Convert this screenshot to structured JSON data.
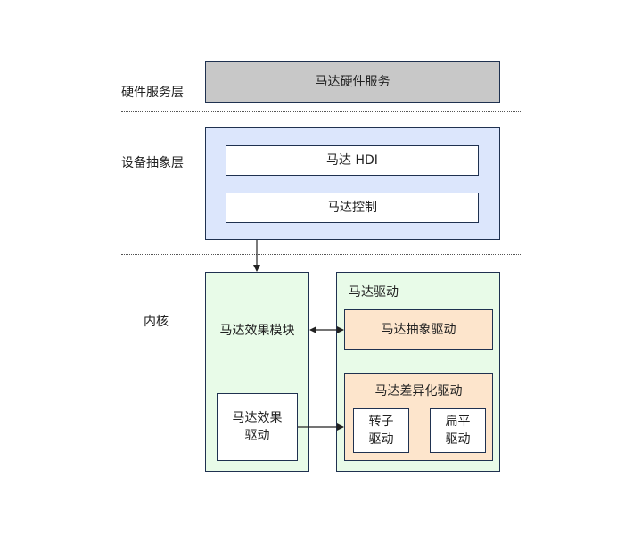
{
  "layers": {
    "hardware_service": "硬件服务层",
    "device_abstraction": "设备抽象层",
    "kernel": "内核"
  },
  "boxes": {
    "motor_hardware_service": "马达硬件服务",
    "motor_hdi": "马达 HDI",
    "motor_control": "马达控制",
    "motor_effect_module": "马达效果模块",
    "motor_driver": "马达驱动",
    "motor_abstract_driver": "马达抽象驱动",
    "motor_diff_driver": "马达差异化驱动",
    "rotor_driver_line1": "转子",
    "rotor_driver_line2": "驱动",
    "flat_driver_line1": "扁平",
    "flat_driver_line2": "驱动",
    "effect_driver_line1": "马达效果",
    "effect_driver_line2": "驱动"
  },
  "colors": {
    "hardware_fill": "#c8c8c8",
    "abstraction_fill": "#dce6fc",
    "kernel_fill": "#e8fbe8",
    "orange_fill": "#fde5cc",
    "border": "#1f3150"
  }
}
